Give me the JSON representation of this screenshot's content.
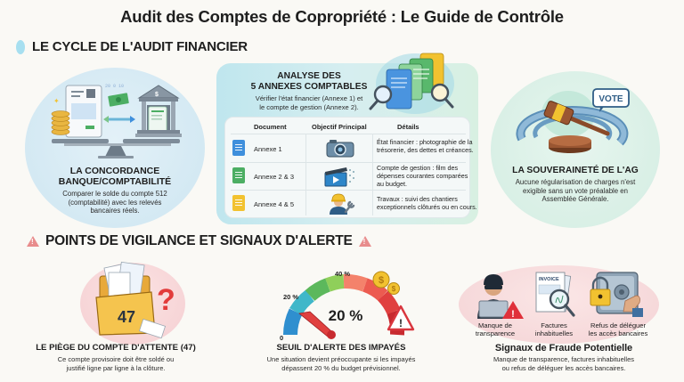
{
  "header": {
    "title": "Audit des Comptes de Copropriété : Le Guide de Contrôle"
  },
  "section_cycle": {
    "heading": "LE CYCLE DE L'AUDIT FINANCIER",
    "cards": [
      {
        "title_line1": "LA CONCORDANCE",
        "title_line2": "BANQUE/COMPTABILITÉ",
        "desc_line1": "Comparer le solde du compte 512",
        "desc_line2": "(comptabilité) avec les relevés",
        "desc_line3": "bancaires réels.",
        "icon": "scale-bank-reconciliation-icon"
      },
      {
        "title_line1": "ANALYSE DES",
        "title_line2": "5 ANNEXES COMPTABLES",
        "desc_line1": "Vérifier l'état financier (Annexe 1) et",
        "desc_line2": "le compte de gestion (Annexe 2).",
        "icon": "documents-magnifier-icon"
      },
      {
        "title_line1": "LA SOUVERAINETÉ DE L'AG",
        "desc_line1": "Aucune régularisation de charges n'est",
        "desc_line2": "exigible sans un vote préalable en",
        "desc_line3": "Assemblée Générale.",
        "vote_label": "VOTE",
        "icon": "gavel-vote-icon"
      }
    ],
    "annex_table": {
      "headers": [
        "Document",
        "Objectif Principal",
        "Détails"
      ],
      "rows": [
        {
          "document": "Annexe 1",
          "doc_color": "#3f8fdc",
          "objective_icon": "camera-icon",
          "details_line1": "État financier : photographie de la",
          "details_line2": "trésorerie, des dettes et créances."
        },
        {
          "document": "Annexe 2 & 3",
          "doc_color": "#4cae63",
          "objective_icon": "film-clapper-icon",
          "details_line1": "Compte de gestion : film des",
          "details_line2": "dépenses courantes comparées",
          "details_line3": "au budget."
        },
        {
          "document": "Annexe 4 & 5",
          "doc_color": "#f2c230",
          "objective_icon": "construction-worker-icon",
          "details_line1": "Travaux : suivi des chantiers",
          "details_line2": "exceptionnels clôturés ou en cours."
        }
      ]
    }
  },
  "section_alerts": {
    "heading": "POINTS DE VIGILANCE ET SIGNAUX D'ALERTE",
    "cards": [
      {
        "title": "LE PIÈGE DU COMPTE D'ATTENTE (47)",
        "desc_line1": "Ce compte provisoire doit être soldé ou",
        "desc_line2": "justifié ligne par ligne à la clôture.",
        "folder_number": "47",
        "icon": "folder-question-icon"
      },
      {
        "title": "SEUIL D'ALERTE DES IMPAYÉS",
        "desc_line1": "Une situation devient préoccupante si les impayés",
        "desc_line2": "dépassent 20 % du budget prévisionnel.",
        "gauge": {
          "value_label": "20 %",
          "tick_0": "0",
          "tick_20": "20 %",
          "tick_40": "40 %",
          "value": 20,
          "max": 60
        },
        "icon": "gauge-icon"
      },
      {
        "title": "Signaux de Fraude Potentielle",
        "desc_line1": "Manque de transparence, factures inhabituelles",
        "desc_line2": "ou refus de déléguer les accès bancaires.",
        "signals": [
          {
            "line1": "Manque de",
            "line2": "transparence",
            "icon": "hacker-laptop-icon"
          },
          {
            "line1": "Factures",
            "line2": "inhabituelles",
            "icon": "invoice-magnifier-icon",
            "invoice_label": "INVOICE"
          },
          {
            "line1": "Refus de déléguer",
            "line2": "les accès bancaires",
            "icon": "safe-lock-icon"
          }
        ]
      }
    ]
  },
  "colors": {
    "background": "#faf9f5",
    "blue_accent": "#3f8fdc",
    "green_accent": "#4cae63",
    "yellow_accent": "#f2c230",
    "alert_red": "#d9363e",
    "pink_alert": "#e88c8c"
  }
}
